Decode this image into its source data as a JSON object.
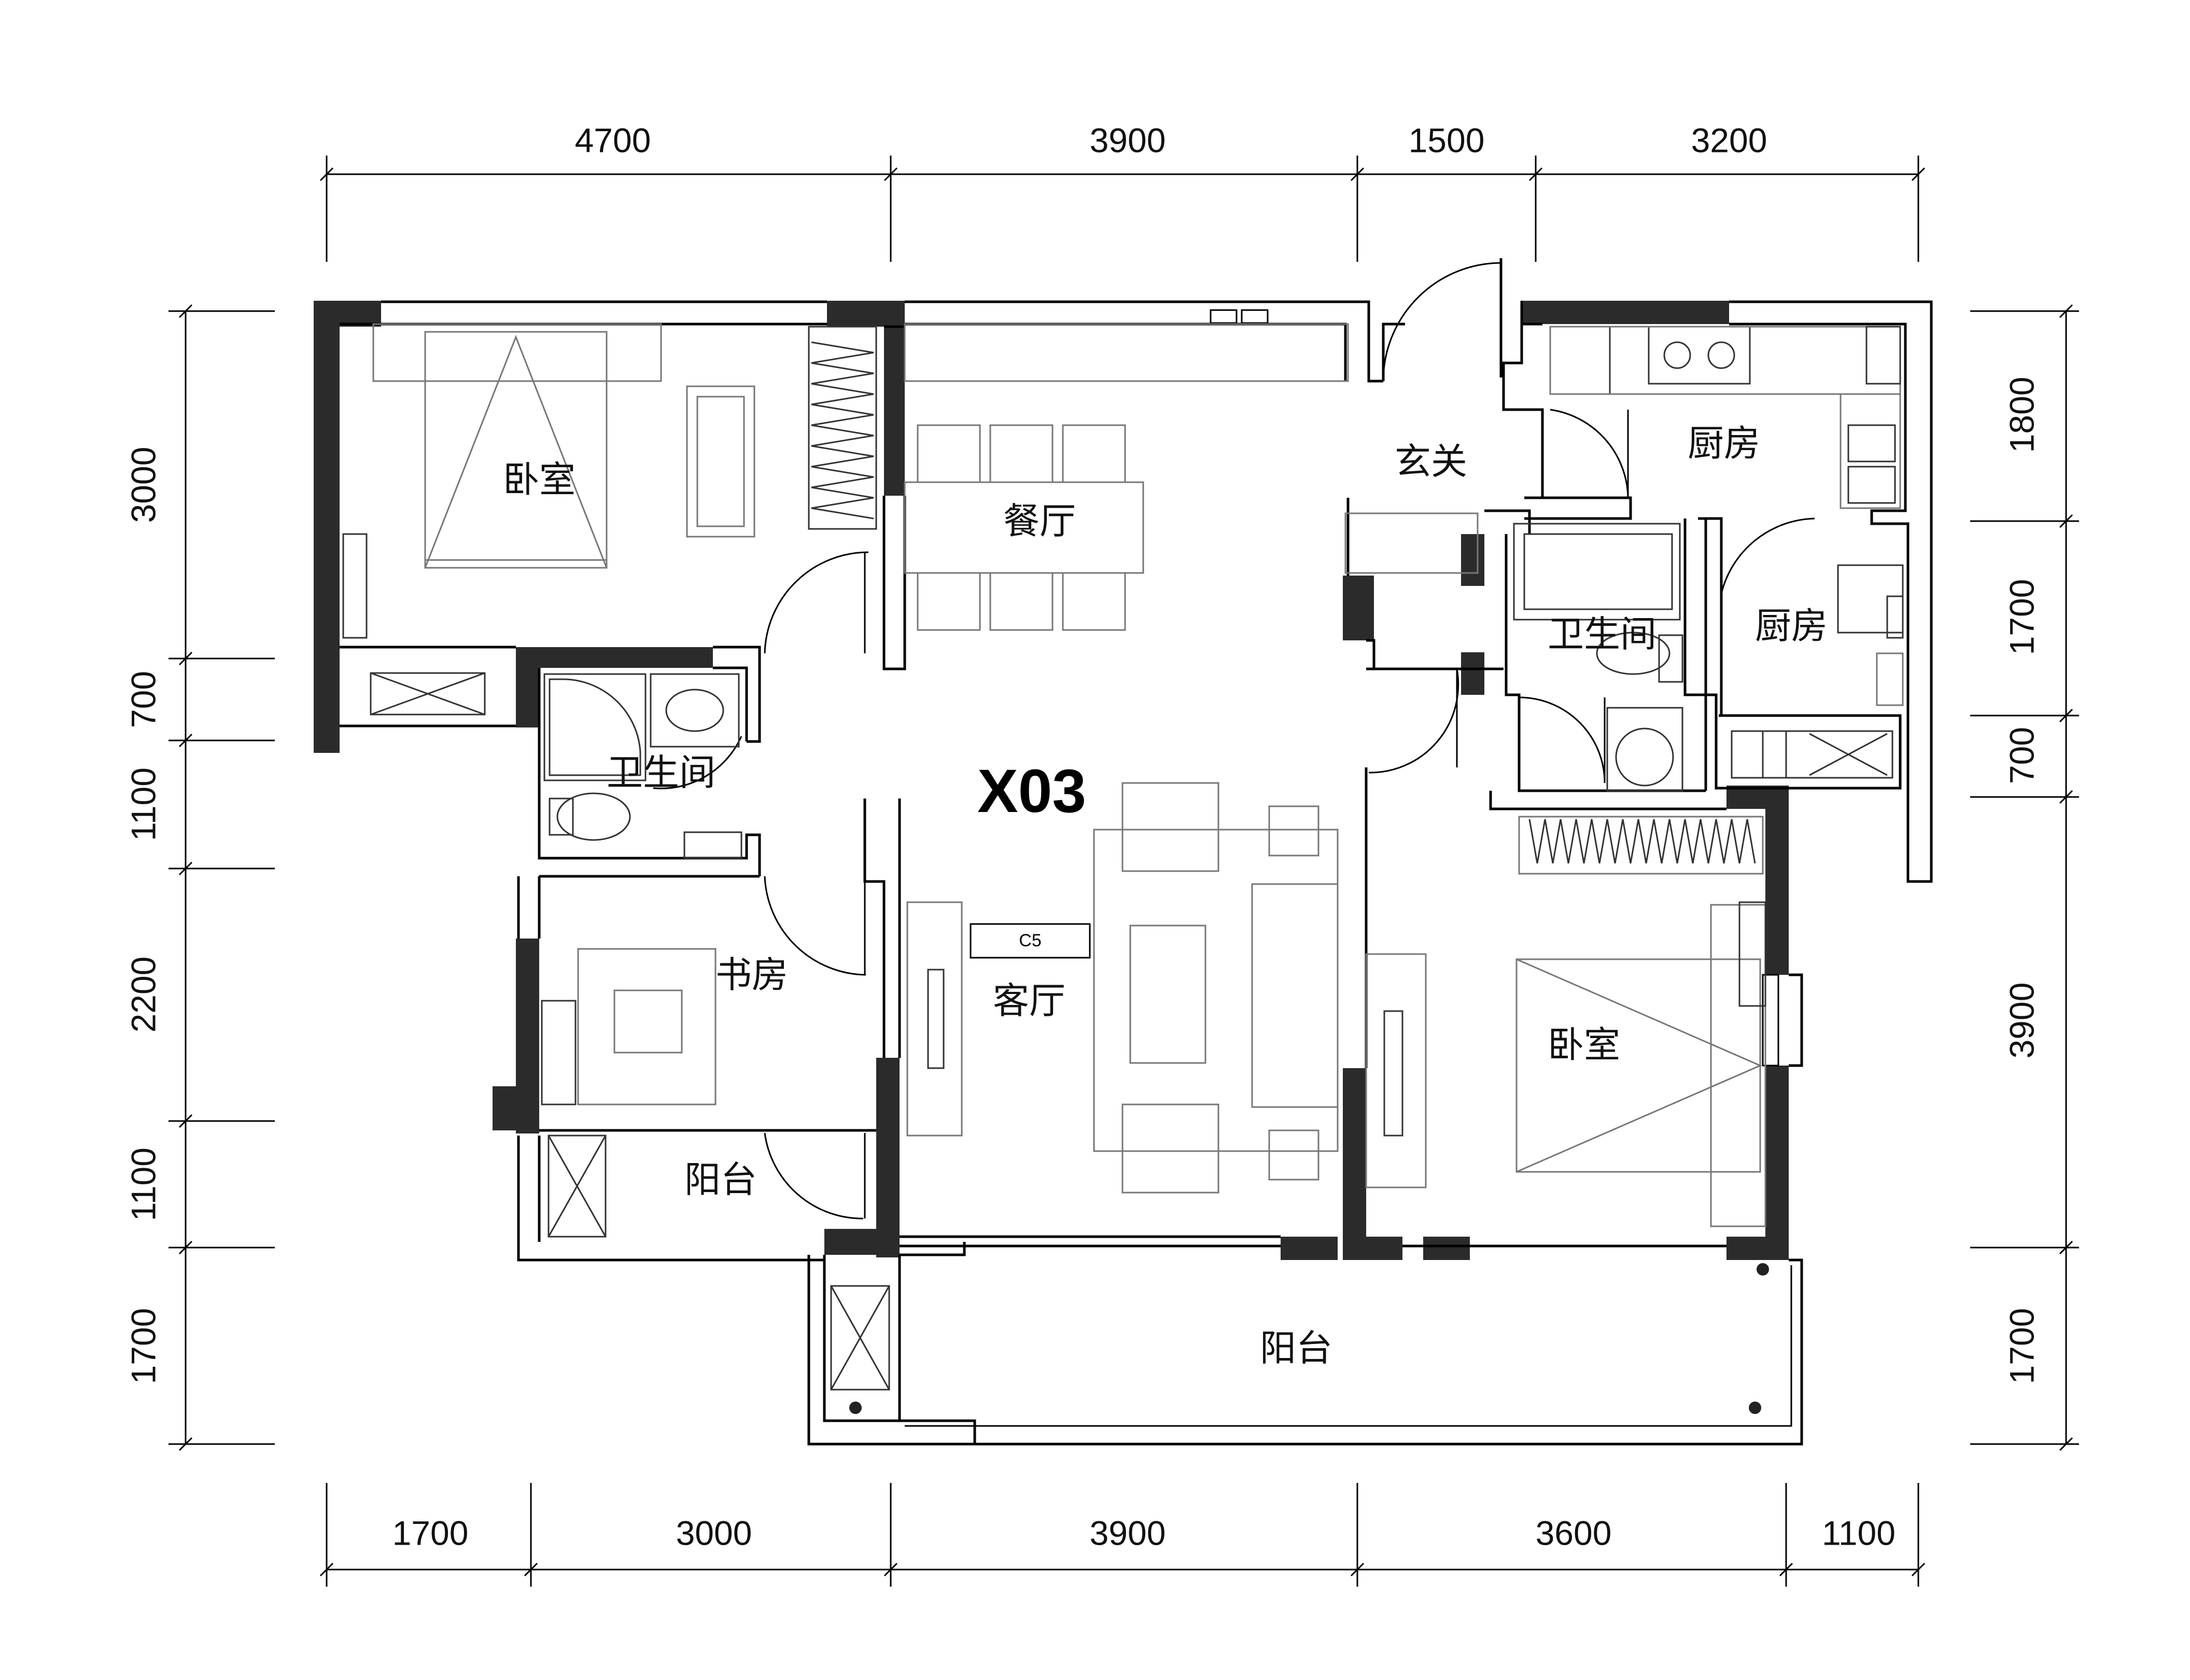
{
  "unit_code": "X03",
  "window_tag": "C5",
  "rooms": {
    "bedroom_a": "卧室",
    "dining": "餐厅",
    "foyer": "玄关",
    "kitchen_a": "厨房",
    "kitchen_b": "厨房",
    "bath_a": "卫生间",
    "bath_b": "卫生间",
    "study": "书房",
    "living": "客厅",
    "bedroom_b": "卧室",
    "balcony_a": "阳台",
    "balcony_b": "阳台"
  },
  "dimensions": {
    "top": [
      "4700",
      "3900",
      "1500",
      "3200"
    ],
    "bottom": [
      "1700",
      "3000",
      "3900",
      "3600",
      "1100"
    ],
    "left": [
      "3000",
      "700",
      "1100",
      "2200",
      "1100",
      "1700"
    ],
    "right": [
      "1800",
      "1700",
      "700",
      "3900",
      "1700"
    ]
  }
}
